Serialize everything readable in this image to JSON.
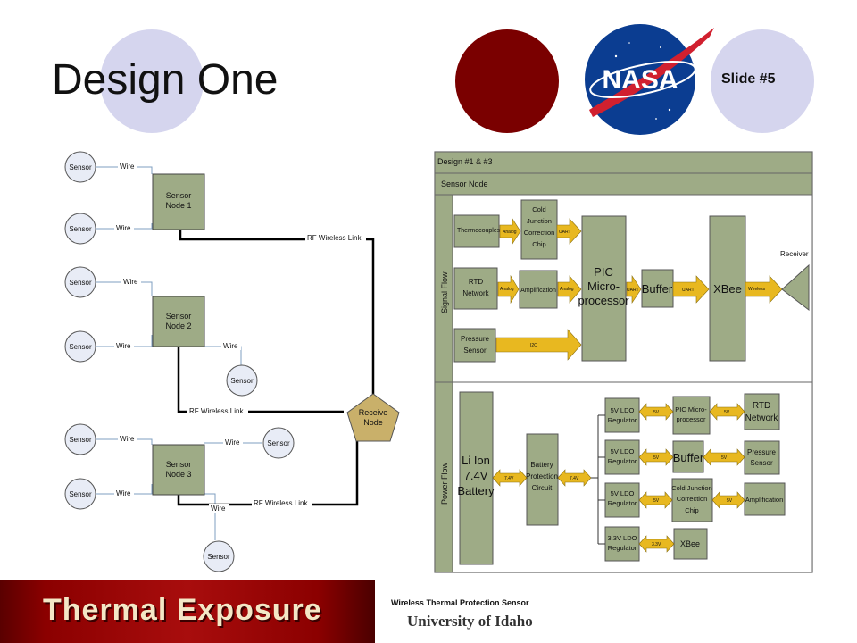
{
  "header": {
    "title": "Design One",
    "slide_number": "Slide #5",
    "logo_text": "NASA"
  },
  "left_diagram": {
    "sensor_label": "Sensor",
    "wire_label": "Wire",
    "rf_label": "RF Wireless Link",
    "node1": [
      "Sensor",
      "Node 1"
    ],
    "node2": [
      "Sensor",
      "Node 2"
    ],
    "node3": [
      "Sensor",
      "Node 3"
    ],
    "receive": [
      "Receive",
      "Node"
    ]
  },
  "right_diagram": {
    "header": "Design #1 & #3",
    "subheader": "Sensor Node",
    "signal_flow": "Signal Flow",
    "power_flow": "Power Flow",
    "thermocouples": "Thermocouples",
    "analog": "Analog",
    "cold_junction": [
      "Cold",
      "Junction",
      "Correction",
      "Chip"
    ],
    "uart": "UART",
    "rtd_network": [
      "RTD",
      "Network"
    ],
    "amplification": "Amplification",
    "pic": [
      "PIC",
      "Micro-",
      "processor"
    ],
    "buffer": "Buffer",
    "xbee": "XBee",
    "wireless": "Wireless",
    "receiver": "Receiver",
    "pressure_sensor": [
      "Pressure",
      "Sensor"
    ],
    "i2c": "I2C",
    "battery": [
      "Li Ion",
      "7.4V",
      "Battery"
    ],
    "v74": "7.4V",
    "battery_protection": [
      "Battery",
      "Protection",
      "Circuit"
    ],
    "ldo5": [
      "5V LDO",
      "Regulator"
    ],
    "ldo33": [
      "3.3V LDO",
      "Regulator"
    ],
    "v5": "5V",
    "v33": "3.3V",
    "pic_micro": [
      "PIC Micro-",
      "processor"
    ],
    "rtd_network_p": [
      "RTD",
      "Network"
    ],
    "pressure_sensor_p": [
      "Pressure",
      "Sensor"
    ],
    "cold_junction_p": [
      "Cold Junction",
      "Correction",
      "Chip"
    ],
    "amplification_p": "Amplification",
    "buffer_p": "Buffer",
    "xbee_p": "XBee"
  },
  "footer": {
    "brand": "Thermal Exposure",
    "project": "Wireless Thermal Protection Sensor",
    "university": "University of Idaho"
  },
  "colors": {
    "block_fill": "#9eab86",
    "arrow_fill": "#e8b820",
    "sensor_fill": "#e8ecf6",
    "pentagon_fill": "#c9b06a",
    "accent_circle": "#d5d5ee",
    "dark_red": "#7a0000"
  }
}
